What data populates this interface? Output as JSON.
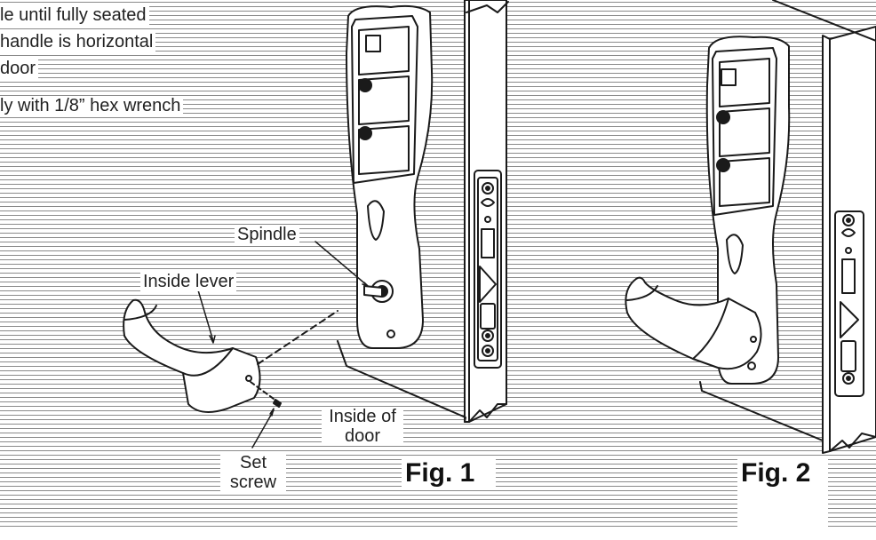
{
  "instructions": [
    "le until fully seated",
    "handle is horizontal",
    "door",
    "ly with 1/8” hex wrench"
  ],
  "labels": {
    "spindle": "Spindle",
    "inside_lever": "Inside lever",
    "inside_of_door_line1": "Inside of",
    "inside_of_door_line2": "door",
    "set_screw_line1": "Set",
    "set_screw_line2": "screw"
  },
  "figures": {
    "fig1": "Fig. 1",
    "fig2": "Fig. 2"
  }
}
